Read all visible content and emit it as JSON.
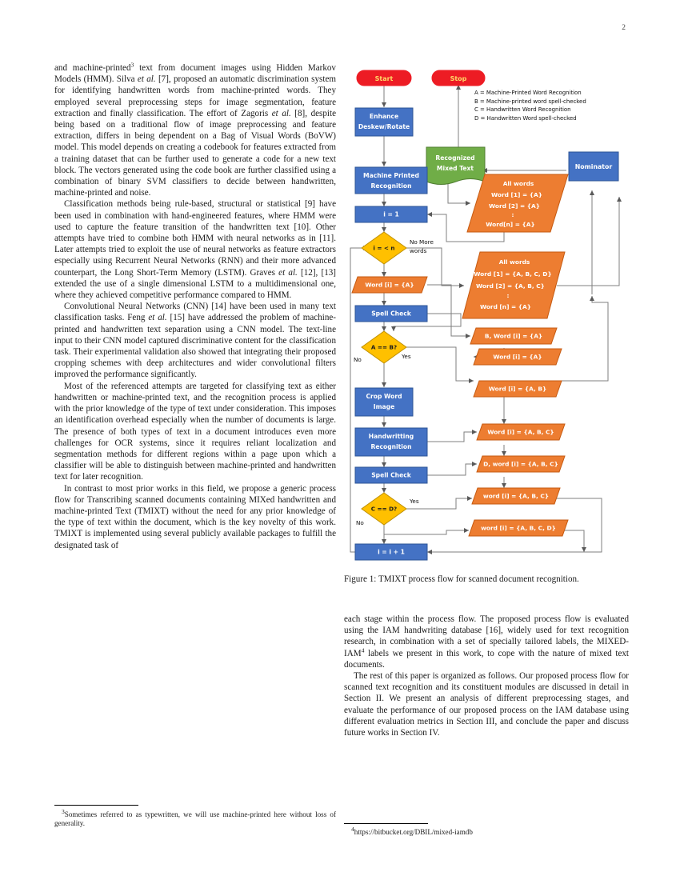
{
  "page": {
    "number": "2"
  },
  "left_column": {
    "paragraphs": [
      "and machine-printed³ text from document images using Hidden Markov Models (HMM). Silva et al. [7], proposed an automatic discrimination system for identifying handwritten words from machine-printed words. They employed several preprocessing steps for image segmentation, feature extraction and finally classification. The effort of Zagoris et al. [8], despite being based on a traditional flow of image preprocessing and feature extraction, differs in being dependent on a Bag of Visual Words (BoVW) model. This model depends on creating a codebook for features extracted from a training dataset that can be further used to generate a code for a new text block. The vectors generated using the code book are further classified using a combination of binary SVM classifiers to decide between handwritten, machine-printed and noise.",
      "Classification methods being rule-based, structural or statistical [9] have been used in combination with hand-engineered features, where HMM were used to capture the feature transition of the handwritten text [10]. Other attempts have tried to combine both HMM with neural networks as in [11]. Later attempts tried to exploit the use of neural networks as feature extractors especially using Recurrent Neural Networks (RNN) and their more advanced counterpart, the Long Short-Term Memory (LSTM). Graves et al. [12], [13] extended the use of a single dimensional LSTM to a multidimensional one, where they achieved competitive performance compared to HMM.",
      "Convolutional Neural Networks (CNN) [14] have been used in many text classification tasks. Feng et al. [15] have addressed the problem of machine-printed and handwritten text separation using a CNN model. The text-line input to their CNN model captured discriminative content for the classification task. Their experimental validation also showed that integrating their proposed cropping schemes with deep architectures and wider convolutional filters improved the performance significantly.",
      "Most of the referenced attempts are targeted for classifying text as either handwritten or machine-printed text, and the recognition process is applied with the prior knowledge of the type of text under consideration. This imposes an identification overhead especially when the number of documents is large. The presence of both types of text in a document introduces even more challenges for OCR systems, since it requires reliant localization and segmentation methods for different regions within a page upon which a classifier will be able to distinguish between machine-printed and handwritten text for later recognition.",
      "In contrast to most prior works in this field, we propose a generic process flow for Transcribing scanned documents containing MIXed handwritten and machine-printed Text (TMIXT) without the need for any prior knowledge of the type of text within the document, which is the key novelty of this work. TMIXT is implemented using several publicly available packages to fulfill the designated task of"
    ],
    "footnote_marker": "3",
    "footnote_text": "Sometimes referred to as typewritten, we will use machine-printed here without loss of generality."
  },
  "right_column": {
    "figure_caption_prefix": "Figure 1:",
    "figure_caption": " TMIXT process flow for scanned document recognition.",
    "paragraphs": [
      "each stage within the process flow. The proposed process flow is evaluated using the IAM handwriting database [16], widely used for text recognition research, in combination with a set of specially tailored labels, the MIXED-IAM⁴ labels we present in this work, to cope with the nature of mixed text documents.",
      "The rest of this paper is organized as follows. Our proposed process flow for scanned text recognition and its constituent modules are discussed in detail in Section II. We present an analysis of different preprocessing stages, and evaluate the performance of our proposed process on the IAM database using different evaluation metrics in Section III, and conclude the paper and discuss future works in Section IV."
    ],
    "footnote_marker": "4",
    "footnote_text": "https://bitbucket.org/DBIL/mixed-iamdb"
  },
  "figure": {
    "legend": [
      "A = Machine-Printed Word Recognition",
      "B = Machine-printed word spell-checked",
      "C = Handwritten Word Recognition",
      "D = Handwritten Word spell-checked"
    ],
    "colors": {
      "terminator_fill": "#ED1C24",
      "terminator_text": "#FFD966",
      "process_fill": "#4472C4",
      "process_stroke": "#2E5496",
      "process_text": "#FFFFFF",
      "decision_fill": "#FFC000",
      "decision_stroke": "#BF9000",
      "decision_text": "#1A1A1A",
      "data_fill": "#ED7D31",
      "data_stroke": "#C55A11",
      "data_text": "#FFFFFF",
      "document_fill": "#70AD47",
      "document_stroke": "#507E32",
      "document_text": "#FFFFFF",
      "connector": "#7F7F7F"
    },
    "nodes": [
      {
        "id": "start",
        "kind": "terminator",
        "label": "Start"
      },
      {
        "id": "stop",
        "kind": "terminator",
        "label": "Stop"
      },
      {
        "id": "enhance",
        "kind": "process",
        "label": "Enhance\nDeskew/Rotate"
      },
      {
        "id": "recognized",
        "kind": "document",
        "label": "Recognized\nMixed Text"
      },
      {
        "id": "nominator",
        "kind": "process",
        "label": "Nominator"
      },
      {
        "id": "mpr",
        "kind": "process",
        "label": "Machine Printed\nRecognition"
      },
      {
        "id": "i1",
        "kind": "process",
        "label": "i = 1"
      },
      {
        "id": "iltn",
        "kind": "decision",
        "label": "i = < n"
      },
      {
        "id": "wordA",
        "kind": "data",
        "label": "Word [i] = {A}"
      },
      {
        "id": "spell1",
        "kind": "process",
        "label": "Spell Check"
      },
      {
        "id": "aeqb",
        "kind": "decision",
        "label": "A == B?"
      },
      {
        "id": "crop",
        "kind": "process",
        "label": "Crop Word\nImage"
      },
      {
        "id": "hwr",
        "kind": "process",
        "label": "Handwritting\nRecognition"
      },
      {
        "id": "spell2",
        "kind": "process",
        "label": "Spell Check"
      },
      {
        "id": "ceqd",
        "kind": "decision",
        "label": "C == D?"
      },
      {
        "id": "inc",
        "kind": "process",
        "label": "i = i + 1"
      },
      {
        "id": "allA",
        "kind": "data",
        "label": "All words\nWord [1] = {A}\nWord [2] = {A}\n:\nWord[n] = {A}"
      },
      {
        "id": "allMix",
        "kind": "data",
        "label": "All words\nWord [1] = {A, B, C, D}\nWord [2] = {A, B, C}\n:\nWord [n] = {A}"
      },
      {
        "id": "bwordA",
        "kind": "data",
        "label": "B, Word [i] = {A}"
      },
      {
        "id": "wordA2",
        "kind": "data",
        "label": "Word [i] = {A}"
      },
      {
        "id": "wordAB",
        "kind": "data",
        "label": "Word [i] = {A, B}"
      },
      {
        "id": "wordABC",
        "kind": "data",
        "label": "Word [i] = {A, B, C}"
      },
      {
        "id": "dwordABC",
        "kind": "data",
        "label": "D, word [i] = {A, B, C}"
      },
      {
        "id": "wordABCl",
        "kind": "data",
        "label": "word [i] = {A, B, C}"
      },
      {
        "id": "wordABCD",
        "kind": "data",
        "label": "word [i] = {A, B, C, D}"
      }
    ],
    "edge_labels": {
      "no_more_words_1": "No More",
      "no_more_words_2": "words",
      "yes_ab": "Yes",
      "no_ab": "No",
      "yes_cd": "Yes",
      "no_cd": "No"
    }
  }
}
